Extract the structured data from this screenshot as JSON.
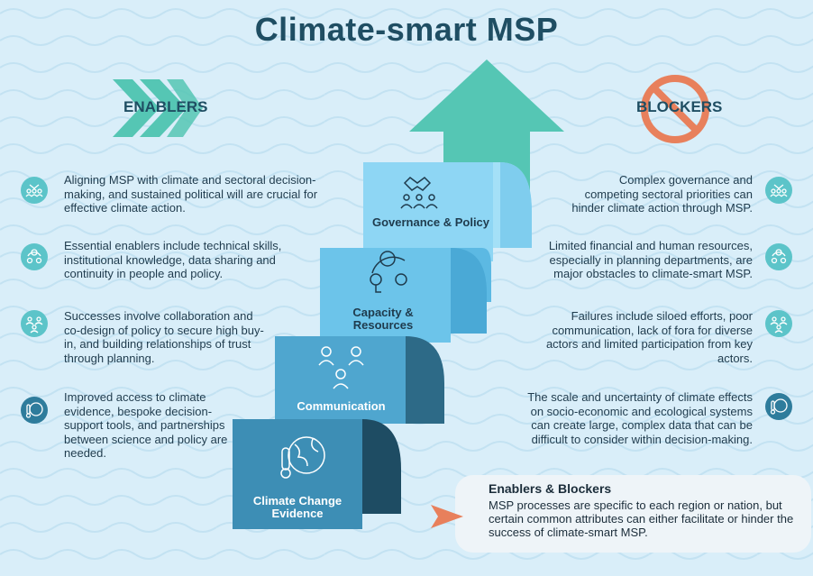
{
  "title": "Climate-smart MSP",
  "enablers": {
    "header": "ENABLERS",
    "items": [
      {
        "text": "Aligning MSP with climate and sectoral decision-making, and sustained political will are crucial for effective climate action.",
        "icon": "governance-icon"
      },
      {
        "text": "Essential enablers include technical skills, institutional knowledge, data sharing and continuity in people and policy.",
        "icon": "capacity-icon"
      },
      {
        "text": "Successes involve collaboration and co-design of policy to secure high buy-in, and building relationships of trust through planning.",
        "icon": "people-network-icon"
      },
      {
        "text": "Improved access to climate evidence, bespoke decision-support tools, and partnerships between science and policy are needed.",
        "icon": "globe-thermometer-icon"
      }
    ]
  },
  "blockers": {
    "header": "BLOCKERS",
    "items": [
      {
        "text": "Complex governance and competing sectoral priorities can hinder climate action through MSP.",
        "icon": "governance-icon"
      },
      {
        "text": "Limited financial and human resources, especially in planning departments, are major obstacles to climate-smart MSP.",
        "icon": "capacity-icon"
      },
      {
        "text": "Failures include siloed efforts, poor communication, lack of fora for diverse actors and limited participation from key actors.",
        "icon": "people-network-icon"
      },
      {
        "text": "The scale and uncertainty of climate effects on socio-economic and ecological systems can create large, complex data that can be difficult to consider within decision-making.",
        "icon": "globe-thermometer-icon"
      }
    ]
  },
  "steps": [
    {
      "label": "Climate Change Evidence",
      "icon": "globe-thermometer-icon",
      "color": "#3d8eb5"
    },
    {
      "label": "Communication",
      "icon": "people-network-icon",
      "color": "#4fa6cf"
    },
    {
      "label": "Capacity & Resources",
      "icon": "capacity-icon",
      "color": "#6cc4ea"
    },
    {
      "label": "Governance & Policy",
      "icon": "governance-icon",
      "color": "#8ed6f4"
    }
  ],
  "summary": {
    "title": "Enablers & Blockers",
    "text": "MSP processes are specific to each region or nation, but certain common attributes can either facilitate or hinder the success of climate-smart MSP."
  },
  "colors": {
    "accent_teal": "#55c6b4",
    "blocker_orange": "#e8805c",
    "title": "#1f4e63"
  }
}
